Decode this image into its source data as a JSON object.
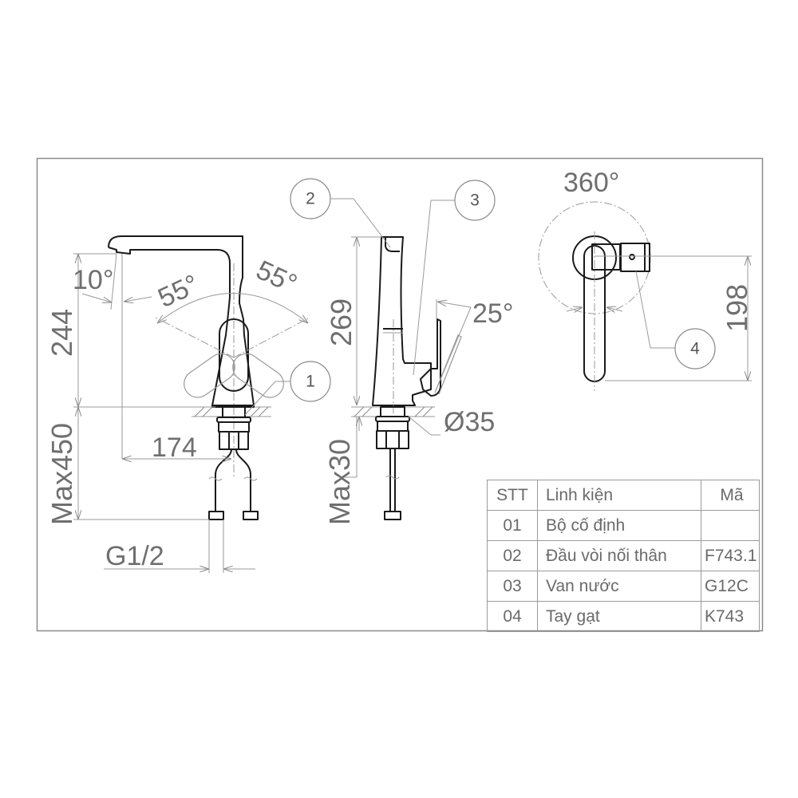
{
  "drawing": {
    "front_view": {
      "dimensions": {
        "spout_tilt": "10°",
        "handle_left": "55°",
        "handle_right": "55°",
        "height": "244",
        "pipe_length": "Max450",
        "spout_reach": "174",
        "thread": "G1/2"
      },
      "callout": "1"
    },
    "side_view": {
      "dimensions": {
        "height": "269",
        "handle_tilt": "25°",
        "hole_diameter": "Ø35",
        "counter_thickness": "Max30"
      },
      "callouts": [
        "2",
        "3"
      ]
    },
    "top_view": {
      "dimensions": {
        "rotation": "360°",
        "depth": "198"
      },
      "callout": "4"
    }
  },
  "parts_table": {
    "headers": [
      "STT",
      "Linh kiện",
      "Mã"
    ],
    "rows": [
      {
        "stt": "01",
        "part": "Bộ cố định",
        "code": ""
      },
      {
        "stt": "02",
        "part": "Đầu vòi nối thân",
        "code": "F743.1"
      },
      {
        "stt": "03",
        "part": "Van nước",
        "code": "G12C"
      },
      {
        "stt": "04",
        "part": "Tay gạt",
        "code": "K743"
      }
    ]
  },
  "colors": {
    "line": "#1a1a1a",
    "dimension": "#6f6f6f",
    "frame": "#8a8a8a"
  }
}
